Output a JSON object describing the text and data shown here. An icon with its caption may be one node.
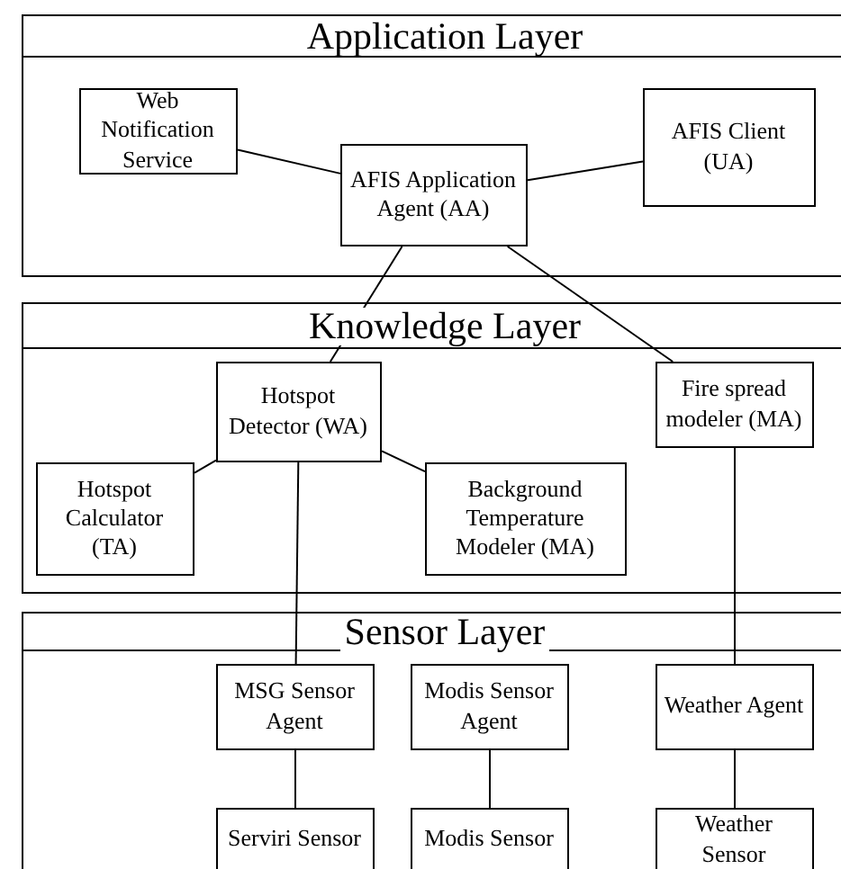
{
  "diagram": {
    "nodes": [
      {
        "text": [
          "Application Layer"
        ]
      },
      {
        "text": [
          "Web Notification Service"
        ],
        "in": 0
      },
      {
        "text": [
          "AFIS Application Agent (AA)"
        ],
        "in": 0
      },
      {
        "text": [
          "AFIS Client (UA)"
        ],
        "in": 0
      },
      {
        "text": [
          "Knowledge Layer"
        ]
      },
      {
        "text": [
          "Hotspot Detector (WA)"
        ],
        "in": 4
      },
      {
        "text": [
          "Fire spread modeler (MA)"
        ],
        "in": 4
      },
      {
        "text": [
          "Hotspot Calculator (TA)"
        ],
        "in": 4
      },
      {
        "text": [
          "Background Temperature Modeler (MA)"
        ],
        "in": 4
      },
      {
        "text": [
          "Sensor Layer"
        ]
      },
      {
        "text": [
          "MSG Sensor Agent"
        ],
        "in": 9
      },
      {
        "text": [
          "Modis Sensor Agent"
        ],
        "in": 9
      },
      {
        "text": [
          "Weather Agent"
        ],
        "in": 9
      },
      {
        "text": [
          "Serviri Sensor"
        ],
        "in": 9
      },
      {
        "text": [
          "Modis Sensor"
        ],
        "in": 9
      },
      {
        "text": [
          "Weather Sensor"
        ],
        "in": 9
      }
    ],
    "edges": [
      {
        "from": 1,
        "to": 2,
        "arrow": "none"
      },
      {
        "from": 2,
        "to": 3,
        "arrow": "none"
      },
      {
        "from": 2,
        "to": 5,
        "arrow": "none"
      },
      {
        "from": 2,
        "to": 6,
        "arrow": "none"
      },
      {
        "from": 5,
        "to": 7,
        "arrow": "none"
      },
      {
        "from": 5,
        "to": 8,
        "arrow": "none"
      },
      {
        "from": 5,
        "to": 10,
        "arrow": "none"
      },
      {
        "from": 6,
        "to": 12,
        "arrow": "none"
      },
      {
        "from": 10,
        "to": 13,
        "arrow": "none"
      },
      {
        "from": 11,
        "to": 14,
        "arrow": "none"
      },
      {
        "from": 12,
        "to": 15,
        "arrow": "none"
      }
    ]
  }
}
